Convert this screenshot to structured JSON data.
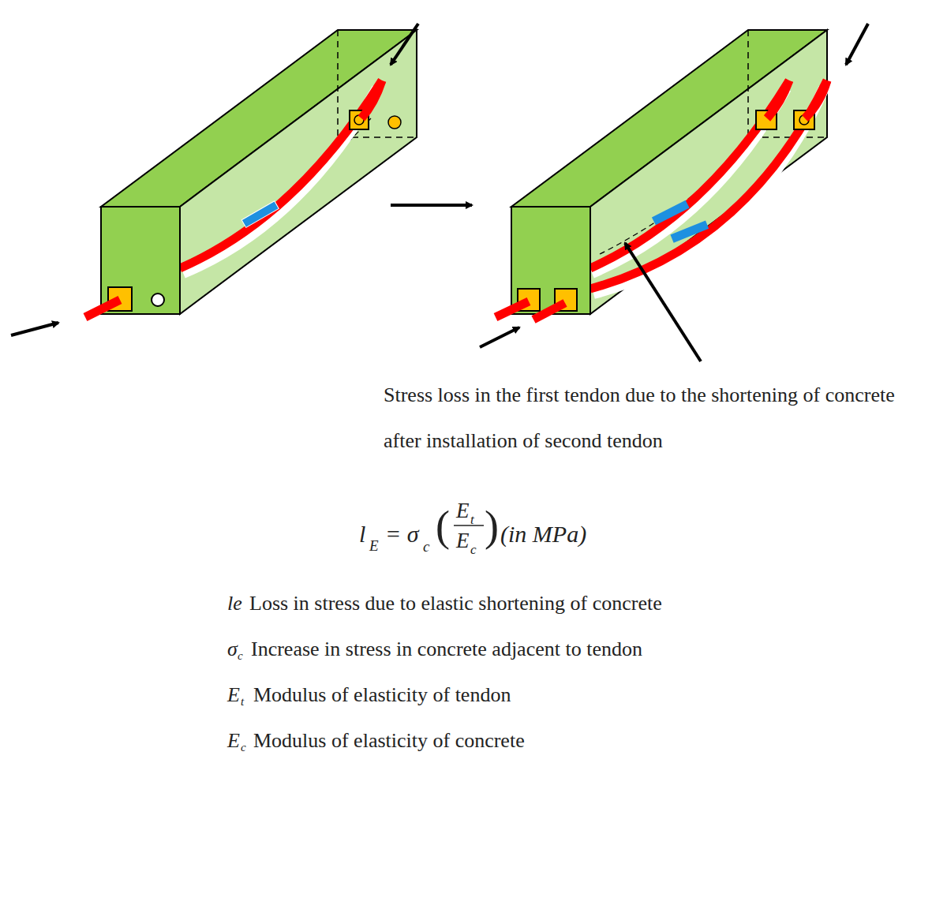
{
  "diagram": {
    "labels": [
      "Stress loss in the first tendon due to the shortening of concrete after installation of second tendon",
      "l",
      "E",
      "= σ",
      "c",
      "(",
      "E",
      "t",
      "E",
      "c",
      ")",
      "(in MPa)",
      "le",
      "Loss in stress due to elastic shortening of concrete",
      "σ",
      "c",
      "Increase in stress in concrete adjacent to tendon",
      "E",
      "t",
      "Modulus of elasticity of tendon",
      "E",
      "c",
      "Modulus of elasticity of concrete"
    ]
  }
}
